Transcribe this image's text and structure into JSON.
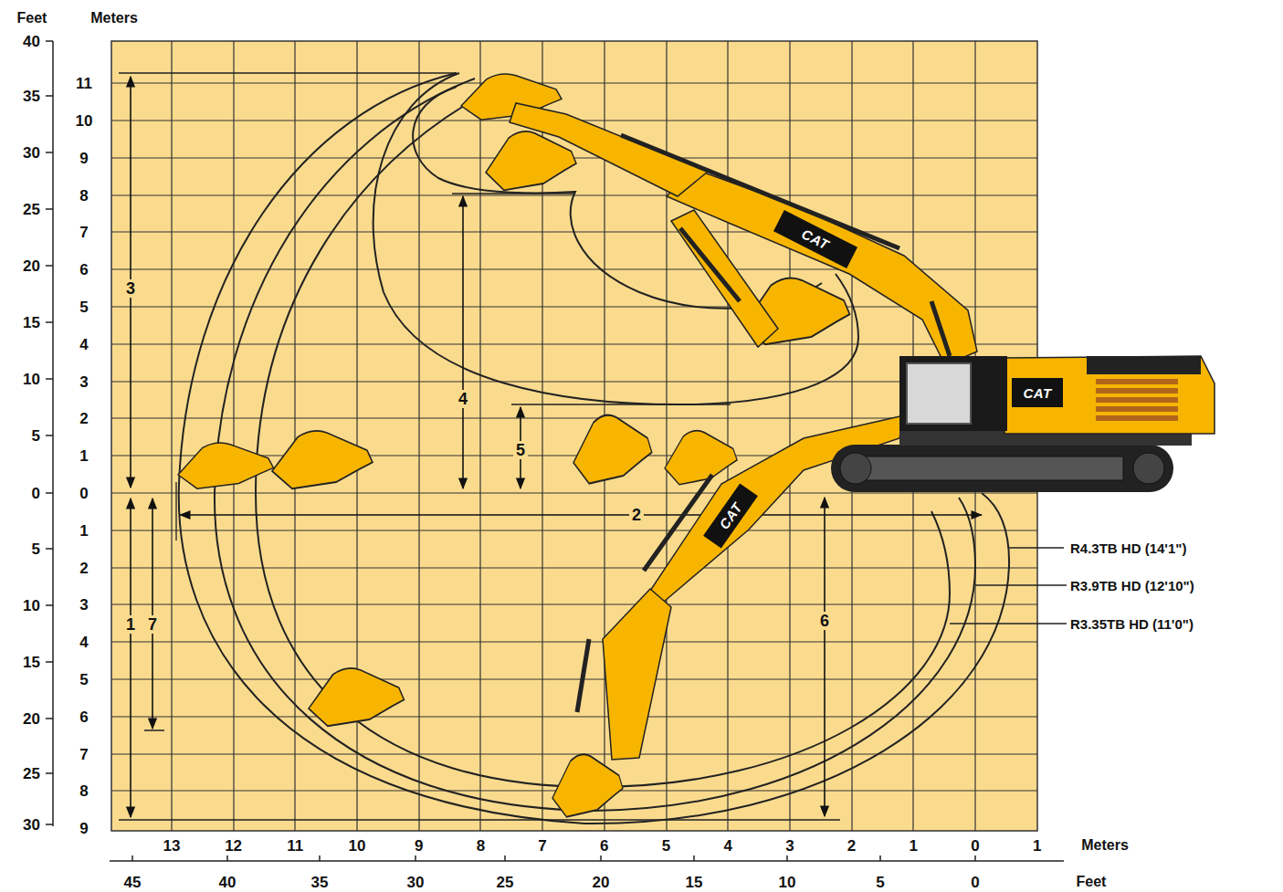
{
  "diagram": {
    "labels": [
      "Feet",
      "Meters",
      "40",
      "35",
      "30",
      "25",
      "20",
      "15",
      "10",
      "5",
      "0",
      "5",
      "10",
      "15",
      "20",
      "25",
      "30",
      "11",
      "10",
      "9",
      "8",
      "7",
      "6",
      "5",
      "4",
      "3",
      "2",
      "1",
      "0",
      "1",
      "2",
      "3",
      "4",
      "5",
      "6",
      "7",
      "8",
      "9",
      "13",
      "12",
      "11",
      "10",
      "9",
      "8",
      "7",
      "6",
      "5",
      "4",
      "3",
      "2",
      "1",
      "0",
      "1",
      "Meters",
      "45",
      "40",
      "35",
      "30",
      "25",
      "20",
      "15",
      "10",
      "5",
      "0",
      "Feet",
      "3",
      "4",
      "5",
      "2",
      "1",
      "7",
      "6",
      "R4.3TB HD (14'1\")",
      "R3.9TB HD (12'10\")",
      "R3.35TB HD (11'0\")",
      "CAT",
      "CAT",
      "CAT"
    ]
  }
}
